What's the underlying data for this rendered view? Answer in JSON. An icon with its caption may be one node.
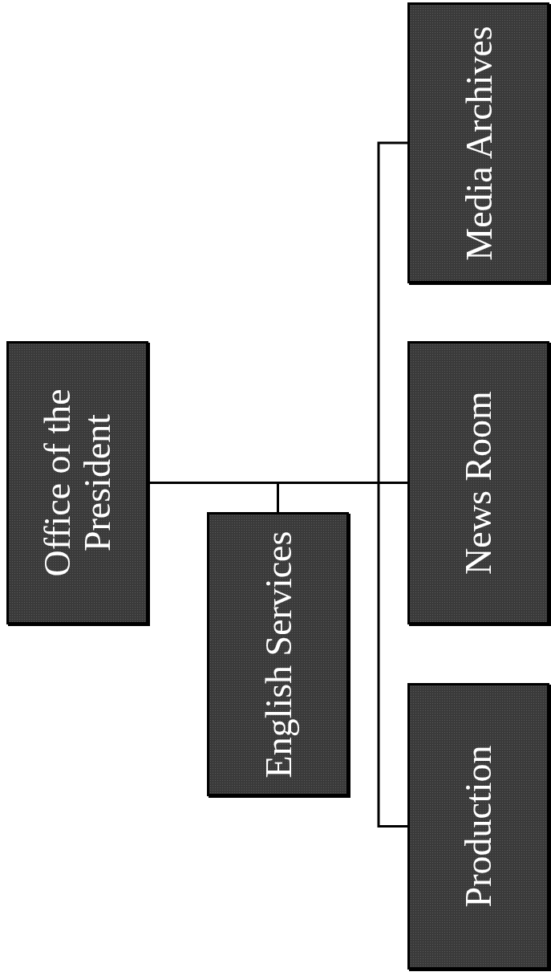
{
  "diagram": {
    "nodes": [
      {
        "text": [
          "Office of the President"
        ]
      },
      {
        "text": [
          "English Services"
        ]
      },
      {
        "text": [
          "Production"
        ]
      },
      {
        "text": [
          "News Room"
        ]
      },
      {
        "text": [
          "Media Archives"
        ]
      }
    ],
    "edges": [
      {
        "from": 0,
        "to": 1,
        "arrow": "none"
      },
      {
        "from": 0,
        "to": 2,
        "arrow": "none"
      },
      {
        "from": 0,
        "to": 3,
        "arrow": "none"
      },
      {
        "from": 0,
        "to": 4,
        "arrow": "none"
      }
    ]
  }
}
